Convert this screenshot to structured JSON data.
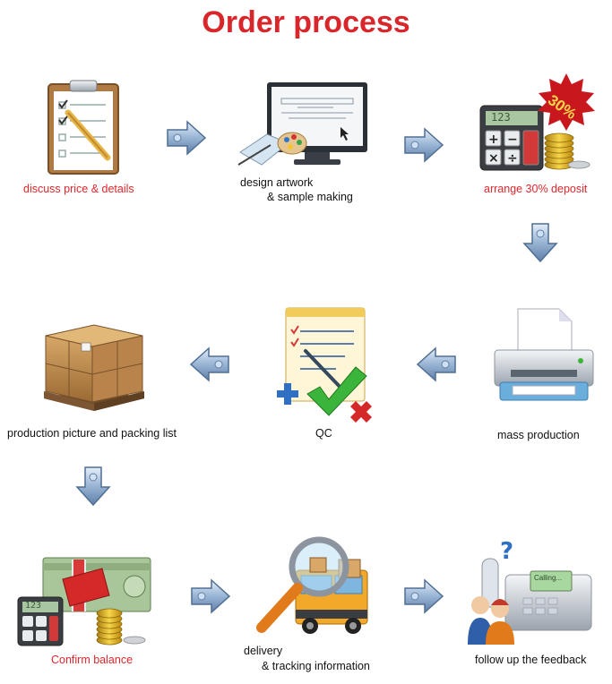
{
  "title": "Order process",
  "steps": [
    {
      "label": "discuss price & details"
    },
    {
      "label_line1": "design artwork",
      "label_line2": "& sample making"
    },
    {
      "label": "arrange 30% deposit",
      "badge": "30%",
      "display": "123"
    },
    {
      "label": "mass production"
    },
    {
      "label": "QC"
    },
    {
      "label": "production picture and packing list"
    },
    {
      "label": "Confirm balance",
      "display": "123"
    },
    {
      "label_line1": "delivery",
      "label_line2": "& tracking information"
    },
    {
      "label": "follow up the feedback",
      "phone_screen": "Calling..."
    }
  ],
  "colors": {
    "title": "#d9262b",
    "highlight": "#e2262b",
    "text": "#111111",
    "arrow": "#8aa9cc"
  }
}
